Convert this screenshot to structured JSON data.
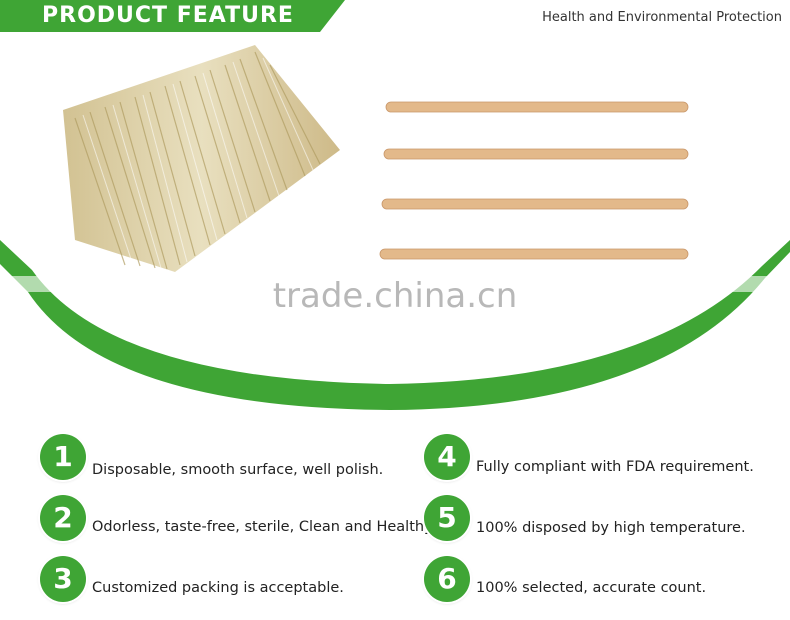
{
  "header": {
    "banner_title": "PRODUCT FEATURE",
    "tagline": "Health and Environmental Protection"
  },
  "watermark": "trade.china.cn",
  "colors": {
    "accent_green": "#3fa535",
    "stick_wood": "#e3b98a"
  },
  "images": {
    "bundle_photo": "bundle-of-wooden-sticks-photo",
    "single_sticks": "four-wooden-stirrer-sticks"
  },
  "features": [
    {
      "number": "1",
      "text": "Disposable, smooth surface, well polish."
    },
    {
      "number": "2",
      "text": "Odorless, taste-free, sterile, Clean and Healthy."
    },
    {
      "number": "3",
      "text": "Customized packing is acceptable."
    },
    {
      "number": "4",
      "text": "Fully compliant with FDA requirement."
    },
    {
      "number": "5",
      "text": "100% disposed by high temperature."
    },
    {
      "number": "6",
      "text": "100% selected, accurate count."
    }
  ]
}
